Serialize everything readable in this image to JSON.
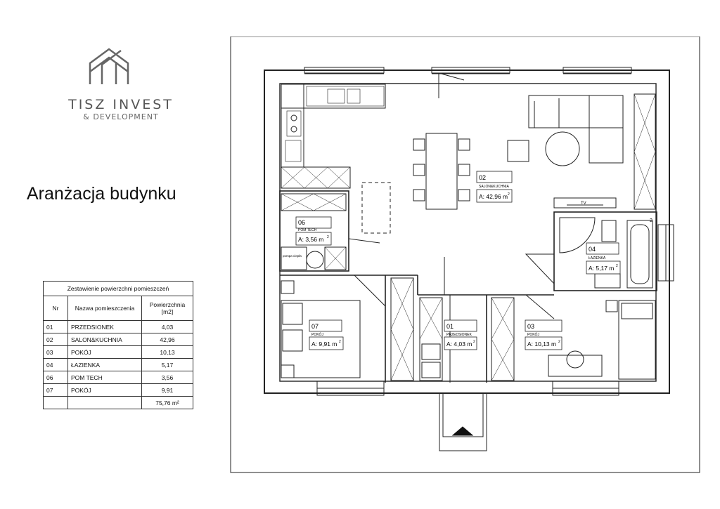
{
  "brand": {
    "name": "TISZ INVEST",
    "sub": "& DEVELOPMENT",
    "icon": "house-outline-logo"
  },
  "title": "Aranżacja budynku",
  "table": {
    "caption": "Zestawienie powierzchni pomieszczeń",
    "headers": {
      "nr": "Nr",
      "name": "Nazwa pomieszczenia",
      "area": "Powierzchnia [m2]"
    },
    "rows": [
      {
        "nr": "01",
        "name": "PRZEDSIONEK",
        "area": "4,03"
      },
      {
        "nr": "02",
        "name": "SALON&KUCHNIA",
        "area": "42,96"
      },
      {
        "nr": "03",
        "name": "POKÓJ",
        "area": "10,13"
      },
      {
        "nr": "04",
        "name": "ŁAZIENKA",
        "area": "5,17"
      },
      {
        "nr": "06",
        "name": "POM TECH",
        "area": "3,56"
      },
      {
        "nr": "07",
        "name": "POKÓJ",
        "area": "9,91"
      }
    ],
    "total": "75,76 m²"
  },
  "rooms": [
    {
      "nr": "02",
      "name": "SALON&KUCHNIA",
      "area": "A: 42,96 m"
    },
    {
      "nr": "06",
      "name": "POM TECH",
      "area": "A: 3,56 m"
    },
    {
      "nr": "04",
      "name": "ŁAZIENKA",
      "area": "A: 5,17 m"
    },
    {
      "nr": "07",
      "name": "POKÓJ",
      "area": "A: 9,91 m"
    },
    {
      "nr": "01",
      "name": "PRZEDSIONEK",
      "area": "A: 4,03 m"
    },
    {
      "nr": "03",
      "name": "POKÓJ",
      "area": "A: 10,13 m"
    }
  ],
  "plan_notes": {
    "heat_pump": "pompa ciepła",
    "tv": "TV",
    "bath_mark": "2"
  },
  "colors": {
    "line": "#222222",
    "wall": "#333333",
    "brand_gray": "#555555"
  }
}
